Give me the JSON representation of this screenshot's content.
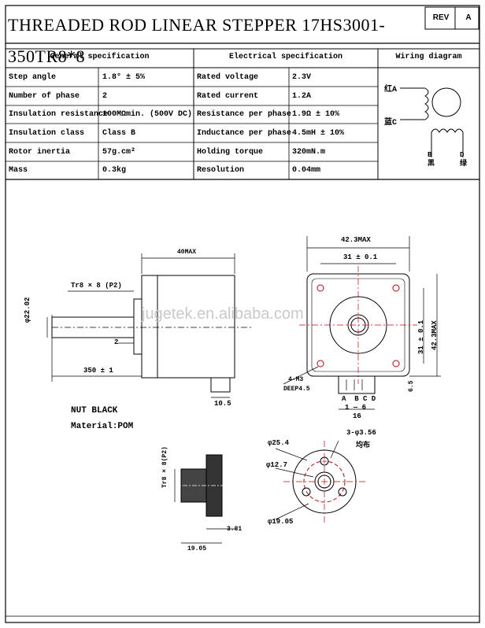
{
  "title": "THREADED ROD LINEAR STEPPER 17HS3001-350TR8*8",
  "rev": {
    "label": "REV",
    "value": "A"
  },
  "headers": {
    "general": "General  specification",
    "electrical": "Electrical  specification",
    "wiring": "Wiring diagram"
  },
  "general_spec": [
    {
      "label": "Step angle",
      "value": "1.8°  ± 5%"
    },
    {
      "label": "Number of phase",
      "value": "2"
    },
    {
      "label": "Insulation resistance",
      "value": "100MΩmin. (500V DC)"
    },
    {
      "label": "Insulation class",
      "value": "Class B"
    },
    {
      "label": "Rotor inertia",
      "value": "57g.cm²"
    },
    {
      "label": "Mass",
      "value": "0.3kg"
    }
  ],
  "electrical_spec": [
    {
      "label": "Rated voltage",
      "value": "2.3V"
    },
    {
      "label": "Rated current",
      "value": "1.2A"
    },
    {
      "label": "Resistance per phase",
      "value": "1.9Ω ± 10%"
    },
    {
      "label": "Inductance per phase",
      "value": "4.5mH ± 10%"
    },
    {
      "label": "Holding torque",
      "value": "320mN.m"
    },
    {
      "label": "Resolution",
      "value": "0.04mm"
    }
  ],
  "wiring": {
    "a": "红A",
    "c": "蓝C",
    "b": "B\n黑",
    "d": "D\n绿"
  },
  "watermark": "jugetek.en.alibaba.com",
  "side_view": {
    "width_dim": "40MAX",
    "thread": "Tr8 × 8 (P2)",
    "dia": "φ22.02",
    "shaft_dim": "2",
    "length_dim": "350 ± 1",
    "conn_dim": "10.5"
  },
  "front_view": {
    "width_max": "42.3MAX",
    "hole_spacing_h": "31 ± 0.1",
    "hole_spacing_v": "31 ± 0.1",
    "height_max": "42.3MAX",
    "holes": "4-M3",
    "depth": "DEEP4.5",
    "conn_offset": "6.5",
    "pins": "A  B C D",
    "pin_pitch": "1 — 6",
    "conn_width": "16"
  },
  "nut": {
    "color": "NUT BLACK",
    "material": "Material:POM",
    "thread": "Tr8 × 8(P2)",
    "dim_small": "3.81",
    "dim_width": "19.05",
    "dia_outer": "φ25.4",
    "dia_inner": "φ12.7",
    "holes": "3-φ3.56",
    "holes_note": "均布",
    "pcd": "φ19.05"
  }
}
